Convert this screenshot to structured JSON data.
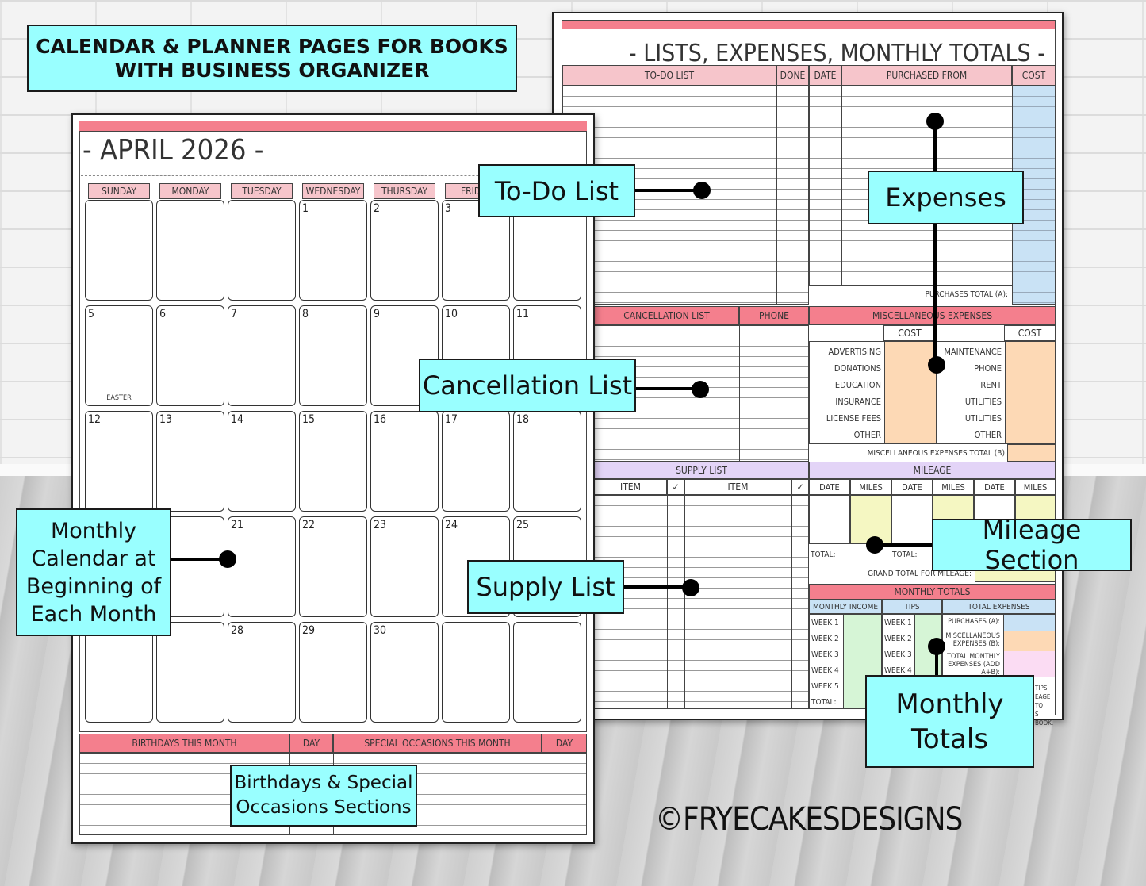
{
  "banner": {
    "line1": "CALENDAR & PLANNER PAGES FOR BOOKS",
    "line2": "WITH BUSINESS ORGANIZER"
  },
  "left_page": {
    "title": "- APRIL 2026 -",
    "days": [
      "SUNDAY",
      "MONDAY",
      "TUESDAY",
      "WEDNESDAY",
      "THURSDAY",
      "FRIDAY"
    ],
    "weeks": [
      [
        "",
        "",
        "",
        "1",
        "2",
        "3",
        ""
      ],
      [
        "5",
        "6",
        "7",
        "8",
        "9",
        "10",
        "11"
      ],
      [
        "12",
        "13",
        "14",
        "15",
        "16",
        "17",
        "18"
      ],
      [
        "",
        "",
        "21",
        "22",
        "23",
        "24",
        "25"
      ],
      [
        "",
        "",
        "28",
        "29",
        "30",
        "",
        ""
      ]
    ],
    "easter_note": "EASTER",
    "footer": {
      "birthdays": "BIRTHDAYS THIS MONTH",
      "day1": "DAY",
      "special": "SPECIAL OCCASIONS THIS MONTH",
      "day2": "DAY"
    }
  },
  "right_page": {
    "title": "- LISTS, EXPENSES, MONTHLY TOTALS -",
    "todo": "TO-DO LIST",
    "done": "DONE",
    "date": "DATE",
    "purchased_from": "PURCHASED FROM",
    "cost": "COST",
    "purchases_total": "PURCHASES TOTAL (A):",
    "cancellation": "CANCELLATION LIST",
    "phone": "PHONE",
    "misc": "MISCELLANEOUS EXPENSES",
    "misc_cost_left": "COST",
    "misc_cost_right": "COST",
    "misc_left": [
      "ADVERTISING",
      "DONATIONS",
      "EDUCATION",
      "INSURANCE",
      "LICENSE FEES",
      "OTHER"
    ],
    "misc_right": [
      "MAINTENANCE",
      "PHONE",
      "RENT",
      "UTILITIES",
      "UTILITIES",
      "OTHER"
    ],
    "misc_total": "MISCELLANEOUS EXPENSES TOTAL (B):",
    "supply": "SUPPLY LIST",
    "item1": "ITEM",
    "check1": "✓",
    "item2": "ITEM",
    "check2": "✓",
    "mileage": "MILEAGE",
    "mileage_cols": [
      "DATE",
      "MILES",
      "DATE",
      "MILES",
      "DATE",
      "MILES"
    ],
    "total1": "TOTAL:",
    "total2": "TOTAL:",
    "grand_total": "GRAND TOTAL FOR MILEAGE:",
    "monthly_totals": "MONTHLY TOTALS",
    "monthly_income": "MONTHLY INCOME",
    "tips": "TIPS",
    "total_expenses": "TOTAL EXPENSES",
    "weeks_income": [
      "WEEK 1",
      "WEEK 2",
      "WEEK 3",
      "WEEK 4",
      "WEEK 5",
      "TOTAL:"
    ],
    "weeks_tips": [
      "WEEK 1",
      "WEEK 2",
      "WEEK 3",
      "WEEK 4"
    ],
    "exp_rows": [
      "PURCHASES (A):",
      "MISCELLANEOUS EXPENSES (B):",
      "TOTAL MONTHLY EXPENSES (ADD A+B):"
    ],
    "tips_note1": "TIPS:",
    "tips_note2": "EAGE TO",
    "tips_note3": "S BOOK."
  },
  "callouts": {
    "todo": "To-Do List",
    "expenses": "Expenses",
    "cancellation": "Cancellation List",
    "supply": "Supply List",
    "mileage": "Mileage Section",
    "monthly_totals_1": "Monthly",
    "monthly_totals_2": "Totals",
    "calendar_1": "Monthly",
    "calendar_2": "Calendar at",
    "calendar_3": "Beginning of",
    "calendar_4": "Each Month",
    "birthdays_1": "Birthdays & Special",
    "birthdays_2": "Occasions Sections"
  },
  "watermark": "©FRYECAKESDESIGNS",
  "colors": {
    "pink": "#f47f8d",
    "light_pink": "#f6c5cb",
    "cyan": "#99ffff",
    "blue": "#c9e2f5",
    "peach": "#fdd9b5",
    "lavender": "#e3d4f7",
    "yellow": "#f5f7c2",
    "green": "#d6f5d6"
  }
}
